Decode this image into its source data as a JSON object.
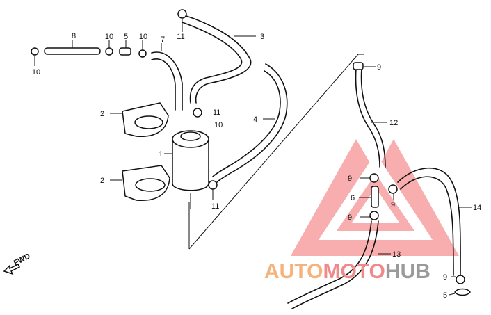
{
  "callouts": {
    "c1": "1",
    "c2a": "2",
    "c2b": "2",
    "c3": "3",
    "c4": "4",
    "c5a": "5",
    "c5b": "5",
    "c6": "6",
    "c7": "7",
    "c8": "8",
    "c9a": "9",
    "c9b": "9",
    "c9c": "9",
    "c9d": "9",
    "c9e": "9",
    "c10a": "10",
    "c10b": "10",
    "c10c": "10",
    "c10d": "10",
    "c11a": "11",
    "c11b": "11",
    "c11c": "11",
    "c12": "12",
    "c13": "13",
    "c14": "14"
  },
  "fwd_label": "FWD",
  "watermark": {
    "part1": "AUTO",
    "part2": "MOTO",
    "part3": "HUB",
    "color1": "#f5b27a",
    "color2": "#f08a8a",
    "color3": "#9a9a9a"
  }
}
